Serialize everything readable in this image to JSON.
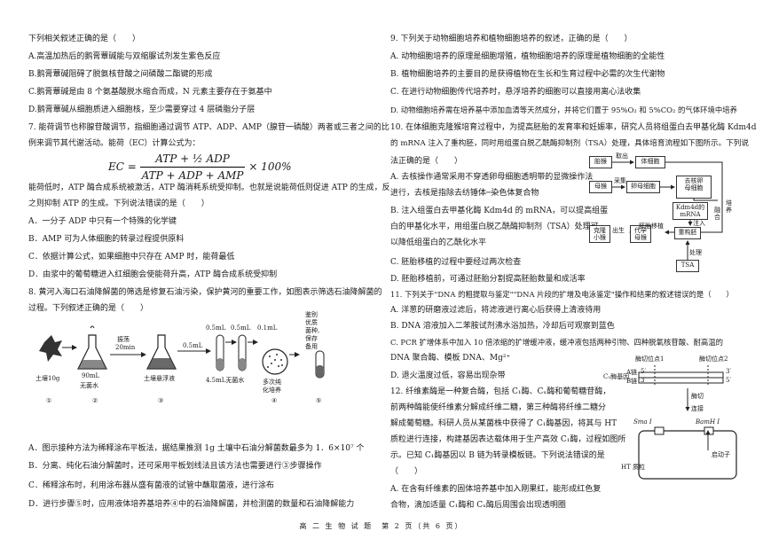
{
  "left": {
    "q6_stem": "下列相关叙述正确的是（　　）",
    "q6_A": "A.高温加热后的鹅膏蕈碱能与双缩脲试剂发生紫色反应",
    "q6_B": "B.鹅膏蕈碱阻碍了脱氨核苷酸之间磷酸二酯键的形成",
    "q6_C": "C.鹅膏蕈碱是由 8 个氨基酸脱水缩合而成，N 元素主要存在于氨基中",
    "q6_D": "D.鹅膏蕈碱从细胞质进入细胞核，至少需要穿过 4 层磷脂分子层",
    "q7_l1": "7. 能荷调节也称腺苷酸调节，指细胞通过调节 ATP、ADP、AMP（腺苷一磷酸）两者或三者之间的比",
    "q7_l2": "例来调节其代谢活动。能荷（EC）计算公式为：",
    "formula_lhs": "EC =",
    "formula_num": "ATP + ½ ADP",
    "formula_den": "ATP + ADP + AMP",
    "formula_tail": "× 100%",
    "q7_l3": "能荷低时，ATP 酶合成系统被激活，ATP 酶消耗系统受抑制。也就是说能荷低则促进 ATP 的生成，反",
    "q7_l4": "之则抑制 ATP 的生成。下列说法错误的是（　　）",
    "q7_A": "A．一分子 ADP 中只有一个特殊的化学键",
    "q7_B": "B．AMP 可为人体细胞的转录过程提供原料",
    "q7_C": "C．依据计算公式，如果细胞中只存在 AMP 时，能荷最低",
    "q7_D": "D．由浆中的葡萄糖进入红细胞会使能荷升高，ATP 酶合成系统受抑制",
    "q8_l1": "8. 黄河入海口石油降解菌的筛选是修复石油污染，保护黄河的重要工作，如图表示筛选石油降解菌的",
    "q8_l2": "过程。下列叙述正确的是（　　）",
    "fig8": {
      "soil": "土壤10g",
      "water90": "90mL",
      "water90b": "无菌水",
      "shake": "振荡",
      "shake_t": "20min",
      "susp": "土壤悬浮液",
      "v05": "0.5mL",
      "v05b": "0.5mL",
      "v05c": "0.5mL",
      "v01": "0.1mL",
      "water45": "4.5mL无菌水",
      "multi": "多次纯",
      "multi2": "化培养",
      "identify": "鉴别",
      "identify2": "优质",
      "identify3": "菌种,",
      "identify4": "保存",
      "identify5": "备用",
      "n1": "①",
      "n2": "②",
      "n3": "③",
      "n4": "④",
      "n5": "⑤"
    },
    "q8_A": "A．图示接种方法为稀释涂布平板法，据结果推测 1g 土壤中石油分解菌数最多为 1．6×10⁷ 个",
    "q8_B": "B．分离、纯化石油分解菌时，还可采用平板划线法且该方法也需要进行③步骤操作",
    "q8_C": "C．稀释涂布时，利用涂布器从盛有菌液的试管中蘸取菌液，进行涂布",
    "q8_D": "D．进行步骤⑤时，应用液体培养基培养④中的石油降解菌，并检测菌的数量和石油降解能力"
  },
  "right": {
    "q9_stem": "9. 下列关于动物细胞培养和植物细胞培养的叙述，正确的是（　　）",
    "q9_A": "A. 动物细胞培养的原理是细胞增殖，植物细胞培养的原理是植物细胞的全能性",
    "q9_B": "B. 植物细胞培养的主要目的是获得植物在生长和生育过程中必需的次生代谢物",
    "q9_C": "C. 在进行动物细胞传代培养时，悬浮培养的细胞可以直接用离心法收集",
    "q9_D": "D. 动物细胞培养需在培养基中添加血清等天然成分，并将它们置于 95%O₂ 和 5%CO₂ 的气体环境中培养",
    "q10_l1": "10. 在体细胞克隆猴培育过程中，为提高胚胎的发育率和妊娠率，研究人员将组蛋白去甲基化酶 Kdm4d",
    "q10_l2": "的 mRNA 注入了重构胚，同时用组蛋白脱乙酰酶抑制剂（TSA）处理，具体培育流程如下图所示。下列说",
    "q10_l3": "法正确的是（　　）",
    "q10_A1": "A. 去核操作通常采用不穿透卵母细胞透明带的显微操作法",
    "q10_A2": "进行，去核是指除去纺锤体─染色体复合物",
    "q10_B1": "B. 注入组蛋白去甲基化酶 Kdm4d 的 mRNA，可以提高组蛋",
    "q10_B2": "白的甲基化水平，用组蛋白脱乙酰酶抑制剂（TSA）处理可",
    "q10_B3": "以降低组蛋白的乙酰化水平",
    "q10_C": "C. 胚胎移植的过程中要经过两次检查",
    "q10_D": "D. 胚胎移植前，可通过胚胎分割提高胚胎数量和成活率",
    "fig10": {
      "fetus": "胎猴",
      "take": "取出",
      "soma": "体细胞",
      "mother": "母猴",
      "collect": "采集",
      "oocyte": "卵母细胞",
      "enuc": "去核卵",
      "enuc2": "母细胞",
      "kdm": "Kdm4d的",
      "kdm2": "mRNA",
      "inject": "注入",
      "fuse": "融",
      "fuse2": "合",
      "culture": "培",
      "culture2": "养",
      "clone": "克隆",
      "clone2": "小猴",
      "birth": "出生",
      "surrogate": "代孕",
      "surrogate2": "母猴",
      "transfer": "胚胎移植",
      "recon": "重构胚",
      "treat": "处理",
      "tsa": "TSA"
    },
    "q11_l1": "11. 下列关于\"DNA 的粗提取与鉴定\"\"DNA 片段的扩增及电泳鉴定\"操作和结果的叙述错误的是（　　）",
    "q11_A": "A. 洋葱的研磨液过滤后，将滤液进行离心后获得上清液待用",
    "q11_B": "B. DNA 溶液加入二苯胺试剂沸水浴加热，冷却后可观察到蓝色",
    "q11_C1": "C. PCR 扩增体系中加入 10 倍浓缩的扩增缓冲液，缓冲液包括两种引物、四种脱氧核苷酸、耐高温的",
    "q11_C2": "DNA 聚合酶、模板 DNA、Mg²⁺",
    "q11_D": "D. 退火温度过低，容易出现杂带",
    "q12_l1": "12. 纤维素酶是一种复合酶，包括 C₁酶、Cₓ酶和葡萄糖苷酶，",
    "q12_l2": "前两种酶能使纤维素分解成纤维二糖，第三种酶将纤维二糖分",
    "q12_l3": "解成葡萄糖。科研人员从某菌株中获得了 C₁酶基因，将其与 HT",
    "q12_l4": "质粒进行连接，构建基因表达载体用于生产高效 C₁酶，过程如图所",
    "q12_l5": "示。已知 C₁酶基因以 B 链为转录模板链。下列说法错误的是",
    "q12_l6": "（　　）",
    "q12_A1": "A. 在含有纤维素的固体培养基中加入刚果红，能形成红色复",
    "q12_A2": "合物，滴加适量 C₁酶和 Cₓ酶后周围会出现透明圈",
    "fig12": {
      "site1": "酶切位点1",
      "site2": "酶切位点2",
      "gene": "C₁酶基因",
      "achain": "A链",
      "bchain": "B链",
      "five1": "5′",
      "three1": "3′",
      "three2": "3′",
      "five2": "5′",
      "cut": "酶切",
      "ligate": "连接",
      "sma": "Sma I",
      "bam": "BamH I",
      "plasmid": "HT 质粒",
      "promoter": "启动子"
    }
  },
  "footer": "高 二 生 物 试 题　第 2 页（共 6 页）"
}
